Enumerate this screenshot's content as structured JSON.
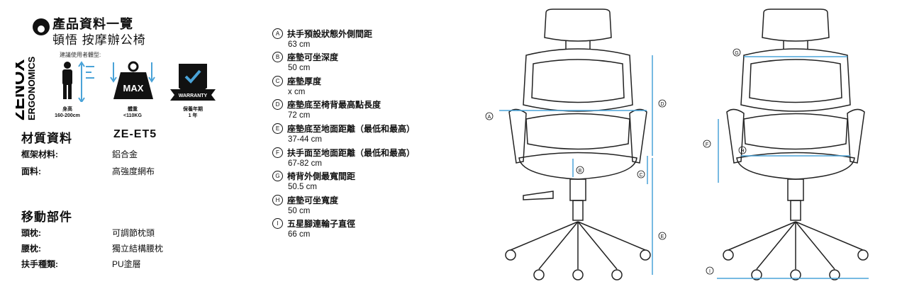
{
  "brand": {
    "name": "ZENOX",
    "sub": "ERGONOMICS",
    "mark": "Z"
  },
  "header": {
    "title": "產品資料一覽",
    "subtitle": "頓悟 按摩辦公椅"
  },
  "recommended_label": "建議使用者體型:",
  "icons": {
    "height": {
      "badge": "",
      "caption_label": "身高",
      "caption_value": "160-200cm"
    },
    "weight": {
      "badge": "MAX",
      "caption_label": "體重",
      "caption_value": "<110KG"
    },
    "warranty": {
      "badge": "WARRANTY",
      "caption_label": "保養年期",
      "caption_value": "1 年"
    }
  },
  "materials": {
    "section_title": "材質資料",
    "model": "ZE-ET5",
    "rows": [
      {
        "label": "框架材料:",
        "value": "鋁合金"
      },
      {
        "label": "面料:",
        "value": "高強度網布"
      }
    ]
  },
  "moving_parts": {
    "section_title": "移動部件",
    "rows": [
      {
        "label": "頭枕:",
        "value": "可調節枕頭"
      },
      {
        "label": "腰枕:",
        "value": "獨立結構腰枕"
      },
      {
        "label": "扶手種類:",
        "value": "PU塗層"
      }
    ]
  },
  "specs": [
    {
      "letter": "A",
      "label": "扶手預設狀態外側間距",
      "value": "63 cm"
    },
    {
      "letter": "B",
      "label": "座墊可坐深度",
      "value": "50 cm"
    },
    {
      "letter": "C",
      "label": "座墊厚度",
      "value": "x cm"
    },
    {
      "letter": "D",
      "label": "座墊底至椅背最高點長度",
      "value": "72 cm"
    },
    {
      "letter": "E",
      "label": "座墊底至地面距離（最低和最高）",
      "value": "37-44 cm"
    },
    {
      "letter": "F",
      "label": "扶手面至地面距離（最低和最高）",
      "value": "67-82 cm"
    },
    {
      "letter": "G",
      "label": "椅背外側最寬間距",
      "value": "50.5 cm"
    },
    {
      "letter": "H",
      "label": "座墊可坐寬度",
      "value": "50 cm"
    },
    {
      "letter": "I",
      "label": "五星腳連輪子直徑",
      "value": "66 cm"
    }
  ],
  "diagram_markers": {
    "front": [
      "A",
      "B",
      "C",
      "D",
      "E"
    ],
    "side": [
      "G",
      "F",
      "H",
      "I"
    ]
  },
  "colors": {
    "accent": "#4aa3d8",
    "text": "#111111"
  }
}
